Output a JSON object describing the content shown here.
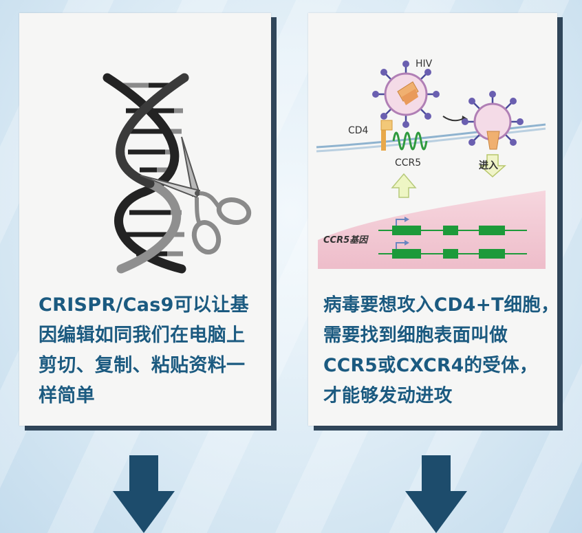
{
  "cards": [
    {
      "caption_lines": [
        "CRISPR/Cas9可以让基",
        "因编辑如同我们在电脑上",
        "剪切、复制、粘贴资料一",
        "样简单"
      ]
    },
    {
      "diagram_labels": {
        "hiv": "HIV",
        "cd4": "CD4",
        "ccr5": "CCR5",
        "enter": "进入",
        "gene": "CCR5基因"
      },
      "caption_lines": [
        "病毒要想攻入CD4+T细胞，",
        "需要找到细胞表面叫做",
        "CCR5或CXCR4的受体，",
        "才能够发动进攻"
      ]
    }
  ],
  "colors": {
    "caption_text": "#1b5a80",
    "arrow": "#1d4c6c",
    "card_shadow": "#30465a",
    "gene_green": "#1d9a3a",
    "nucleus_pink": "#f2c9d4",
    "virus_purple": "#6a5fb0"
  }
}
